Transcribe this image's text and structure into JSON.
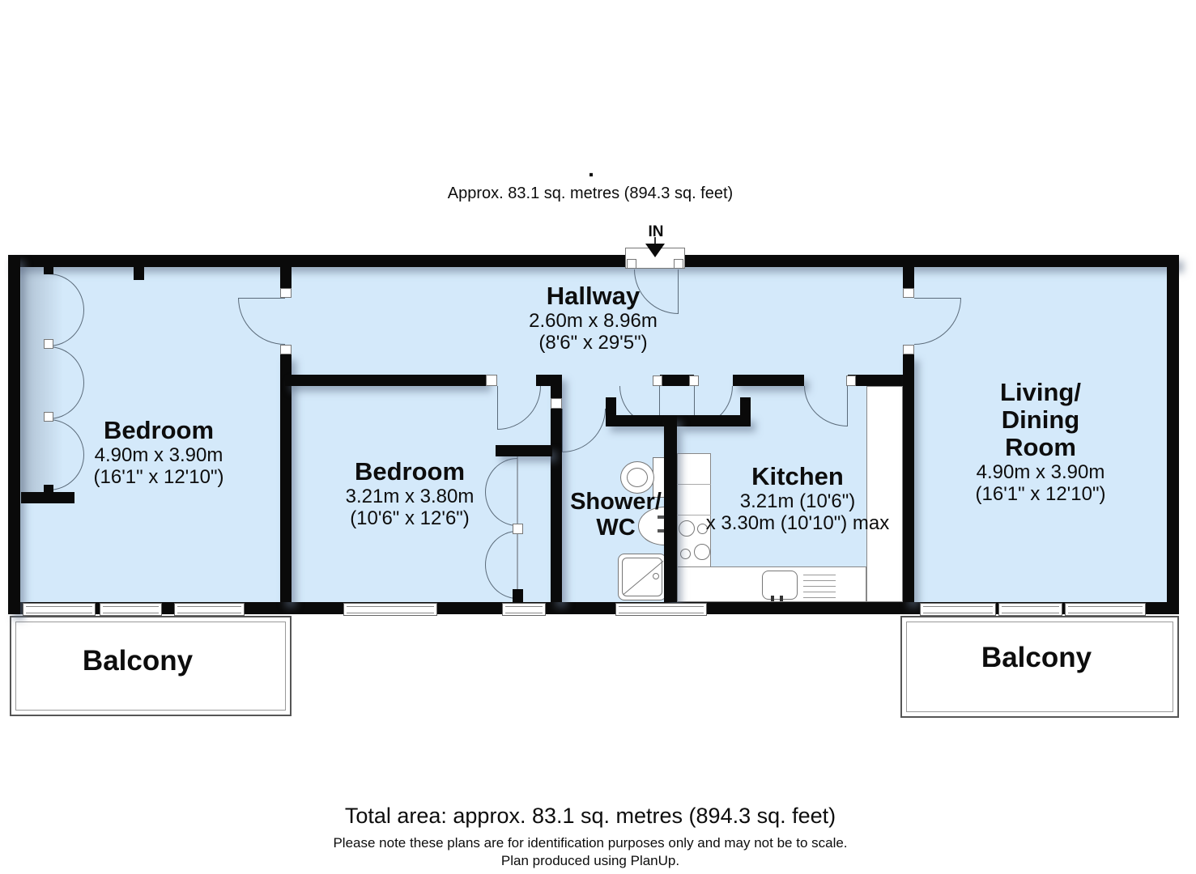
{
  "header": {
    "dot": ".",
    "area_note": "Approx. 83.1 sq. metres (894.3 sq. feet)"
  },
  "entrance": {
    "label": "IN"
  },
  "rooms": {
    "hallway": {
      "name": "Hallway",
      "dims_m": "2.60m x 8.96m",
      "dims_ft": "(8'6\" x 29'5\")"
    },
    "bedroom1": {
      "name": "Bedroom",
      "dims_m": "4.90m x 3.90m",
      "dims_ft": "(16'1\" x 12'10\")"
    },
    "bedroom2": {
      "name": "Bedroom",
      "dims_m": "3.21m x 3.80m",
      "dims_ft": "(10'6\" x 12'6\")"
    },
    "shower_wc": {
      "line1": "Shower/",
      "line2": "WC"
    },
    "kitchen": {
      "name": "Kitchen",
      "dims_line1": "3.21m (10'6\")",
      "dims_line2": "x 3.30m (10'10\") max"
    },
    "living": {
      "line1": "Living/",
      "line2": "Dining",
      "line3": "Room",
      "dims_m": "4.90m x 3.90m",
      "dims_ft": "(16'1\" x 12'10\")"
    },
    "balcony_left": {
      "name": "Balcony"
    },
    "balcony_right": {
      "name": "Balcony"
    }
  },
  "footer": {
    "total_area": "Total area: approx. 83.1 sq. metres (894.3 sq. feet)",
    "note1": "Please note these plans are for identification purposes only and may not be to scale.",
    "note2": "Plan produced using PlanUp."
  },
  "colors": {
    "room_fill": "#d4e9fa",
    "wall": "#0a0a0a",
    "arc_line": "#5b6b7a",
    "background": "#ffffff"
  }
}
